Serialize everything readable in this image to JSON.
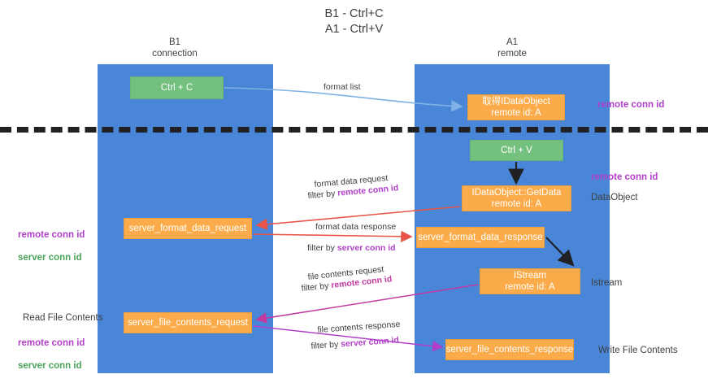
{
  "title": "B1 - Ctrl+C\nA1 - Ctrl+V",
  "columns": {
    "left": "B1\nconnection",
    "right": "A1\nremote"
  },
  "nodes": {
    "ctrl_c": "Ctrl + C",
    "idataobject": "取得IDataObject\nremote id: A",
    "ctrl_v": "Ctrl + V",
    "getdata": "IDataObject::GetData\nremote id: A",
    "server_format_data_request": "server_format_data_request",
    "server_format_data_response": "server_format_data_response",
    "istream": "IStream\nremote id: A",
    "server_file_contents_request": "server_file_contents_request",
    "server_file_contents_response": "server_file_contents_response"
  },
  "annotations": {
    "remote_conn_id_1": "remote conn id",
    "remote_conn_id_2": "remote conn id",
    "dataobject": "DataObject",
    "istream": "Istream",
    "write_file_contents": "Write File Contents",
    "read_file_contents": "Read File Contents",
    "left_ids_1_remote": "remote conn id",
    "left_ids_1_server": "server conn id",
    "left_ids_2_remote": "remote conn id",
    "left_ids_2_server": "server conn id"
  },
  "edges": {
    "format_list": "format list",
    "format_data_request": "format data request",
    "format_data_request_filter_prefix": "filter by ",
    "format_data_request_filter_key": "remote conn id",
    "format_data_response": "format data response",
    "format_data_response_filter_prefix": "filter by ",
    "format_data_response_filter_key": "server conn id",
    "file_contents_request": "file contents request",
    "file_contents_request_filter_prefix": "filter by ",
    "file_contents_request_filter_key": "remote conn id",
    "file_contents_response": "file contents response",
    "file_contents_response_filter_prefix": "filter by ",
    "file_contents_response_filter_key": "server conn id"
  },
  "colors": {
    "lane": "#4a86d8",
    "green_node": "#74c17f",
    "orange_node": "#fbab49",
    "purple": "#b040c8",
    "green_text": "#4aa35a",
    "magenta": "#c2399f",
    "red_arrow": "#e8564a",
    "blue_arrow": "#7fb2e5",
    "black": "#202124"
  }
}
